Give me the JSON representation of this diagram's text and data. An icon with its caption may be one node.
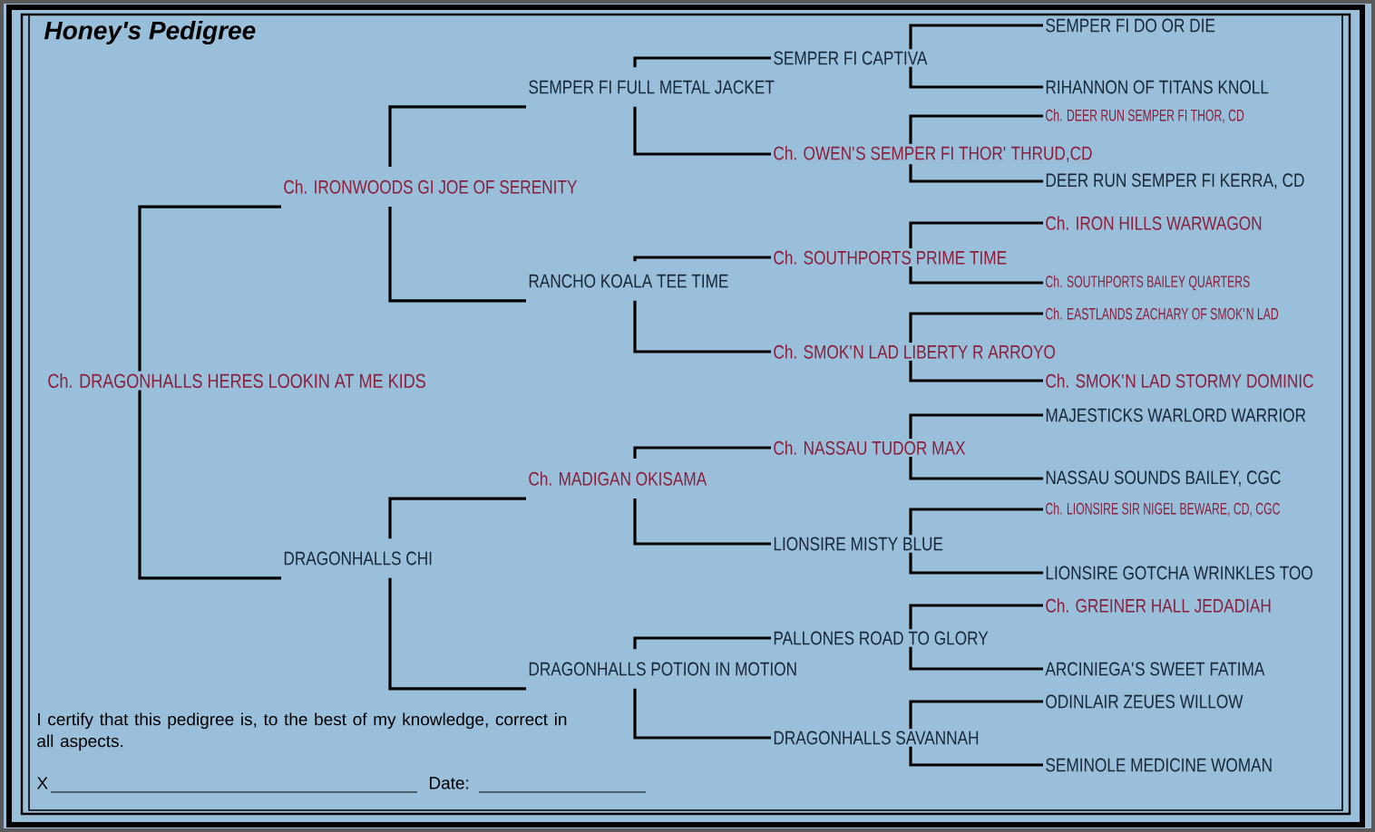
{
  "diagram": {
    "title": "Honey's Pedigree",
    "nodes": [
      {
        "text": [
          "Ch. DRAGONHALLS HERES LOOKIN AT ME KIDS"
        ]
      },
      {
        "text": [
          "Ch. IRONWOODS GI JOE OF SERENITY"
        ]
      },
      {
        "text": [
          "SEMPER FI FULL METAL JACKET"
        ]
      },
      {
        "text": [
          "SEMPER FI CAPTIVA"
        ]
      },
      {
        "text": [
          "SEMPER FI DO OR DIE"
        ]
      },
      {
        "text": [
          "RIHANNON OF TITANS KNOLL"
        ]
      },
      {
        "text": [
          "Ch. OWEN'S SEMPER FI THOR' THRUD,CD"
        ]
      },
      {
        "text": [
          "Ch. DEER RUN SEMPER FI THOR, CD"
        ]
      },
      {
        "text": [
          "DEER RUN SEMPER FI KERRA, CD"
        ]
      },
      {
        "text": [
          "RANCHO KOALA TEE TIME"
        ]
      },
      {
        "text": [
          "Ch. SOUTHPORTS PRIME TIME"
        ]
      },
      {
        "text": [
          "Ch. IRON HILLS WARWAGON"
        ]
      },
      {
        "text": [
          "Ch. SOUTHPORTS BAILEY QUARTERS"
        ]
      },
      {
        "text": [
          "Ch. SMOK'N LAD LIBERTY R ARROYO"
        ]
      },
      {
        "text": [
          "Ch. EASTLANDS ZACHARY OF SMOK'N LAD"
        ]
      },
      {
        "text": [
          "Ch. SMOK'N LAD STORMY DOMINIC"
        ]
      },
      {
        "text": [
          "DRAGONHALLS CHI"
        ]
      },
      {
        "text": [
          "Ch. MADIGAN OKISAMA"
        ]
      },
      {
        "text": [
          "Ch. NASSAU TUDOR MAX"
        ]
      },
      {
        "text": [
          "MAJESTICKS WARLORD WARRIOR"
        ]
      },
      {
        "text": [
          "NASSAU SOUNDS BAILEY, CGC"
        ]
      },
      {
        "text": [
          "LIONSIRE MISTY BLUE"
        ]
      },
      {
        "text": [
          "Ch. LIONSIRE SIR NIGEL BEWARE, CD, CGC"
        ]
      },
      {
        "text": [
          "LIONSIRE GOTCHA WRINKLES TOO"
        ]
      },
      {
        "text": [
          "DRAGONHALLS POTION IN MOTION"
        ]
      },
      {
        "text": [
          "PALLONES ROAD TO GLORY"
        ]
      },
      {
        "text": [
          "Ch. GREINER HALL JEDADIAH"
        ]
      },
      {
        "text": [
          "ARCINIEGA'S SWEET FATIMA"
        ]
      },
      {
        "text": [
          "DRAGONHALLS SAVANNAH"
        ]
      },
      {
        "text": [
          "ODINLAIR ZEUES WILLOW"
        ]
      },
      {
        "text": [
          "SEMINOLE MEDICINE WOMAN"
        ]
      }
    ],
    "edges": [
      {
        "from": 0,
        "to": 1,
        "arrow": "none"
      },
      {
        "from": 0,
        "to": 16,
        "arrow": "none"
      },
      {
        "from": 1,
        "to": 2,
        "arrow": "none"
      },
      {
        "from": 1,
        "to": 9,
        "arrow": "none"
      },
      {
        "from": 2,
        "to": 3,
        "arrow": "none"
      },
      {
        "from": 2,
        "to": 6,
        "arrow": "none"
      },
      {
        "from": 3,
        "to": 4,
        "arrow": "none"
      },
      {
        "from": 3,
        "to": 5,
        "arrow": "none"
      },
      {
        "from": 6,
        "to": 7,
        "arrow": "none"
      },
      {
        "from": 6,
        "to": 8,
        "arrow": "none"
      },
      {
        "from": 9,
        "to": 10,
        "arrow": "none"
      },
      {
        "from": 9,
        "to": 13,
        "arrow": "none"
      },
      {
        "from": 10,
        "to": 11,
        "arrow": "none"
      },
      {
        "from": 10,
        "to": 12,
        "arrow": "none"
      },
      {
        "from": 13,
        "to": 14,
        "arrow": "none"
      },
      {
        "from": 13,
        "to": 15,
        "arrow": "none"
      },
      {
        "from": 16,
        "to": 17,
        "arrow": "none"
      },
      {
        "from": 16,
        "to": 24,
        "arrow": "none"
      },
      {
        "from": 17,
        "to": 18,
        "arrow": "none"
      },
      {
        "from": 17,
        "to": 21,
        "arrow": "none"
      },
      {
        "from": 18,
        "to": 19,
        "arrow": "none"
      },
      {
        "from": 18,
        "to": 20,
        "arrow": "none"
      },
      {
        "from": 21,
        "to": 22,
        "arrow": "none"
      },
      {
        "from": 21,
        "to": 23,
        "arrow": "none"
      },
      {
        "from": 24,
        "to": 25,
        "arrow": "none"
      },
      {
        "from": 24,
        "to": 28,
        "arrow": "none"
      },
      {
        "from": 25,
        "to": 26,
        "arrow": "none"
      },
      {
        "from": 25,
        "to": 27,
        "arrow": "none"
      },
      {
        "from": 28,
        "to": 29,
        "arrow": "none"
      },
      {
        "from": 28,
        "to": 30,
        "arrow": "none"
      }
    ],
    "labels": [
      "I certify that this pedigree is, to the best of my knowledge, correct in all aspects.",
      "X",
      "Date:"
    ]
  }
}
